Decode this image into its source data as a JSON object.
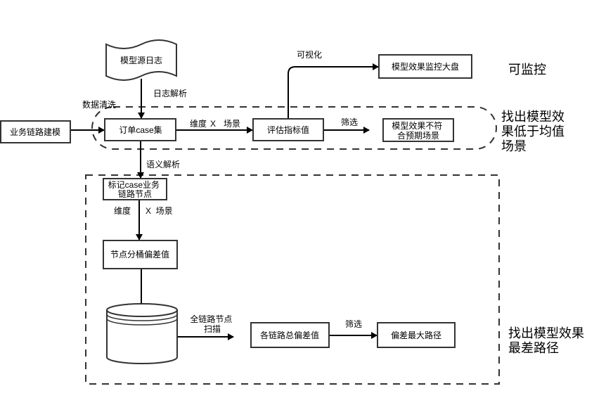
{
  "nodes": {
    "model_log": "模型源日志",
    "biz_link_modeling": "业务链路建模",
    "order_cases": "订单case集",
    "eval_metric": "评估指标值",
    "dashboard": "模型效果监控大盘",
    "unexpected_scenes": [
      "模型效果不符",
      "合预期场景"
    ],
    "mark_nodes": [
      "标记case业务",
      "链路节点"
    ],
    "bucket_deviation": "节点分桶偏差值",
    "total_deviation": "各链路总偏差值",
    "max_deviation_path": "偏差最大路径"
  },
  "edges": {
    "log_parse": "日志解析",
    "data_clean": "数据清洗",
    "dim_scene_top": {
      "dim": "维度",
      "x": "X",
      "scene": "场景"
    },
    "visualize": "可视化",
    "filter_top": "筛选",
    "semantic_parse": "语义解析",
    "dim_scene_bottom": {
      "dim": "维度",
      "x_scene": "X  场景"
    },
    "full_scan": [
      "全链路节点",
      "扫描"
    ],
    "filter_bottom": "筛选"
  },
  "groups": {
    "monitorable": "可监控",
    "low_scene": [
      "找出模型效",
      "果低于均值",
      "场景"
    ],
    "worst_path": [
      "找出模型效果",
      "最差路径"
    ]
  }
}
